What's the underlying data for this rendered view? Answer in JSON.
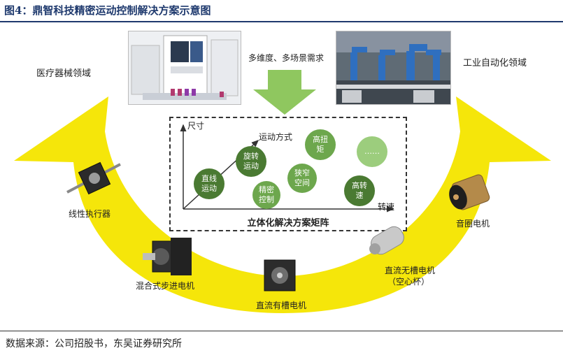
{
  "figure": {
    "title": "图4：鼎智科技精密运动控制解决方案示意图",
    "source": "数据来源：公司招股书，东吴证券研究所"
  },
  "colors": {
    "arrow_yellow": "#f5e60a",
    "dark_green": "#4a7a32",
    "mid_green": "#6da74d",
    "light_green": "#9ccd7d",
    "title_blue": "#1f3a6e"
  },
  "fields": {
    "medical": "医疗器械领域",
    "industrial": "工业自动化领域",
    "demand": "多维度、多场景需求"
  },
  "matrix": {
    "title": "立体化解决方案矩阵",
    "axis_y": "尺寸",
    "axis_x": "转速",
    "axis_diag": "运动方式",
    "circles": [
      {
        "line1": "直线",
        "line2": "运动"
      },
      {
        "line1": "旋转",
        "line2": "运动"
      },
      {
        "line1": "精密",
        "line2": "控制"
      },
      {
        "line1": "狭窄",
        "line2": "空间"
      },
      {
        "line1": "高扭",
        "line2": "矩"
      },
      {
        "line1": "高转",
        "line2": "速"
      },
      {
        "line1": "……",
        "line2": ""
      }
    ]
  },
  "products": {
    "linear_actuator": "线性执行器",
    "hybrid_stepper": "混合式步进电机",
    "dc_slot": "直流有槽电机",
    "dc_slotless_line1": "直流无槽电机",
    "dc_slotless_line2": "（空心杯）",
    "voice_coil": "音圈电机"
  }
}
